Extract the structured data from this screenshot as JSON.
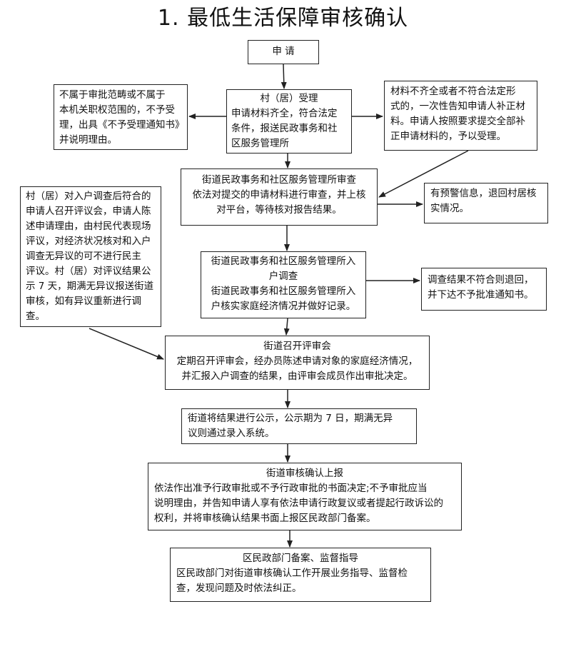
{
  "title": "1.  最低生活保障审核确认",
  "nodes": {
    "apply": {
      "lines": [
        "申  请"
      ]
    },
    "village": {
      "lines": [
        "村（居）受理",
        "申请材料齐全，符合法定",
        "条件，报送民政事务和社",
        "区服务管理所"
      ]
    },
    "reject_left": {
      "lines": [
        "不属于审批范畴或不属于",
        "本机关职权范围的，不予受",
        "理，出具《不予受理通知书》",
        "并说明理由。"
      ]
    },
    "incomplete": {
      "lines": [
        "材料不齐全或者不符合法定形",
        "式的，一次性告知申请人补正材",
        "料。申请人按照要求提交全部补",
        "正申请材料的，予以受理。"
      ]
    },
    "street_review": {
      "lines": [
        "街道民政事务和社区服务管理所审查",
        "依法对提交的申请材料进行审查，并上核",
        "对平台，等待核对报告结果。"
      ]
    },
    "warning": {
      "lines": [
        "有预警信息，退回村居核",
        "实情况。"
      ]
    },
    "village_review": {
      "lines": [
        "村（居）对入户调查后符合的",
        "申请人召开评议会，申请人陈",
        "述申请理由，由村民代表现场",
        "评议，对经济状况核对和入户",
        "调查无异议的可不进行民主",
        "评议。村（居）对评议结果公",
        "示 7 天，期满无异议报送街道",
        "审核，如有异议重新进行调",
        "查。"
      ]
    },
    "home_survey": {
      "lines": [
        "街道民政事务和社区服务管理所入",
        "户调查",
        "街道民政事务和社区服务管理所入",
        "户核实家庭经济情况并做好记录。"
      ]
    },
    "survey_reject": {
      "lines": [
        "调查结果不符合则退回，",
        "并下达不予批准通知书。"
      ]
    },
    "committee": {
      "lines": [
        "街道召开评审会",
        "定期召开评审会，经办员陈述申请对象的家庭经济情况，",
        "并汇报入户调查的结果，由评审会成员作出审批决定。"
      ]
    },
    "publicity": {
      "lines": [
        "街道将结果进行公示，公示期为 7 日，期满无异",
        "议则通过录入系统。"
      ]
    },
    "confirm": {
      "lines": [
        "街道审核确认上报",
        "依法作出准予行政审批或不予行政审批的书面决定;不予审批应当",
        "说明理由，并告知申请人享有依法申请行政复议或者提起行政诉讼的",
        "权利，并将审核确认结果书面上报区民政部门备案。"
      ]
    },
    "district": {
      "lines": [
        "区民政部门备案、监督指导",
        "区民政部门对街道审核确认工作开展业务指导、监督检",
        "查，发现问题及时依法纠正。"
      ]
    }
  }
}
